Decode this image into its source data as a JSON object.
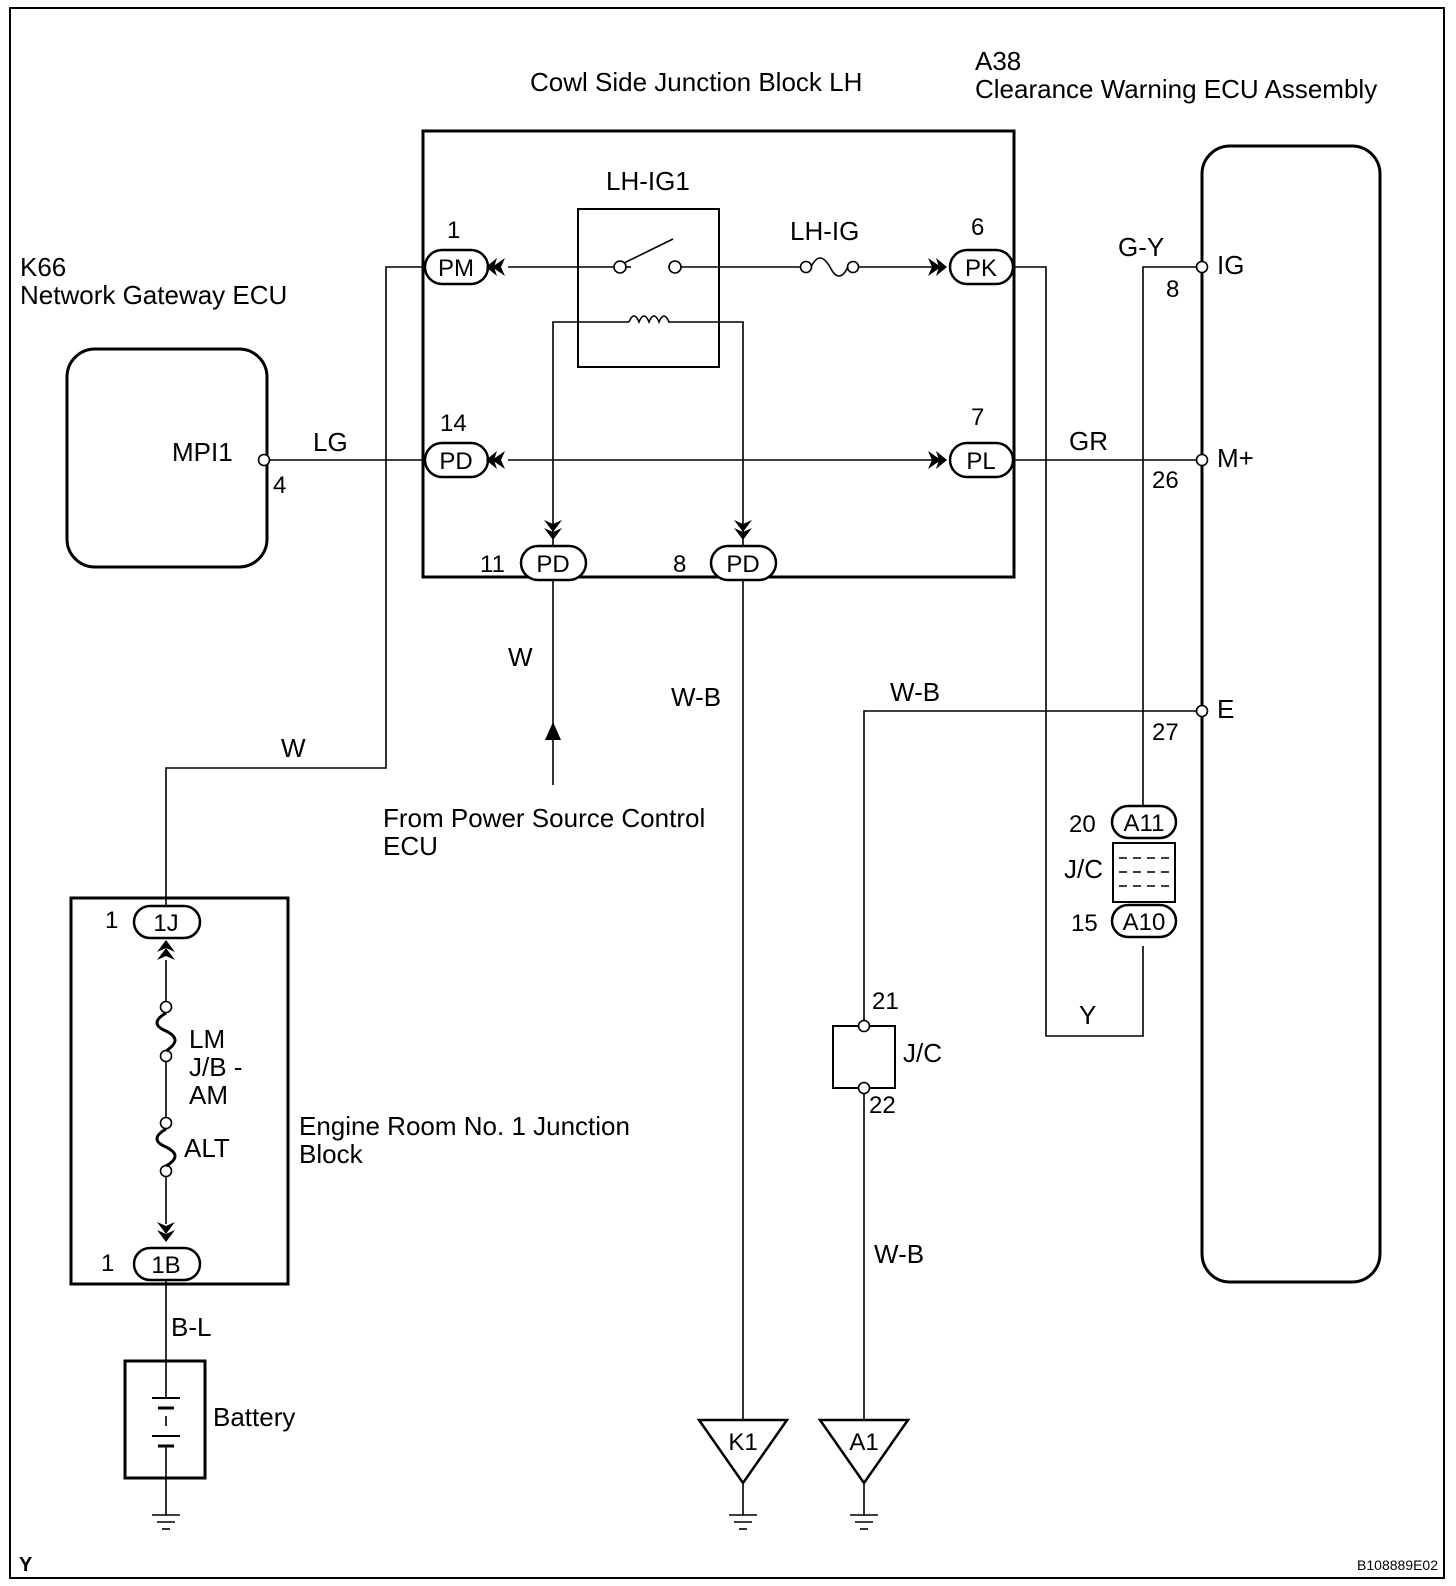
{
  "components": {
    "cowl_jb": "Cowl Side Junction Block LH",
    "a38_code": "A38",
    "a38_name": "Clearance Warning ECU Assembly",
    "k66_code": "K66",
    "k66_name": "Network Gateway ECU",
    "engine_jb_l1": "Engine Room No. 1 Junction",
    "engine_jb_l2": "Block",
    "battery": "Battery",
    "from_psc_l1": "From Power Source Control",
    "from_psc_l2": "ECU",
    "relay": "LH-IG1",
    "fuse_lhig": "LH-IG",
    "fuse_lm": "LM",
    "fuse_jbam_1": "J/B -",
    "fuse_jbam_2": "AM",
    "fuse_alt": "ALT",
    "jc_upper": "J/C",
    "jc_lower": "J/C"
  },
  "connectors": {
    "pm": "PM",
    "pk": "PK",
    "pd14": "PD",
    "pl": "PL",
    "pd11": "PD",
    "pd8": "PD",
    "j1": "1J",
    "b1": "1B",
    "a11": "A11",
    "a10": "A10"
  },
  "pins": {
    "pm": "1",
    "pk": "6",
    "pd14": "14",
    "pl": "7",
    "pd11": "11",
    "pd8": "8",
    "k66_mpi1": "4",
    "ig": "8",
    "mplus": "26",
    "e": "27",
    "j1": "1",
    "b1": "1",
    "a11": "20",
    "a10": "15",
    "jc_top": "21",
    "jc_bottom": "22"
  },
  "terminals": {
    "mpi1": "MPI1",
    "ig": "IG",
    "mplus": "M+",
    "e": "E"
  },
  "wires": {
    "lg": "LG",
    "w_gateway": "W",
    "w_psc": "W",
    "wb_k1": "W-B",
    "wb_e": "W-B",
    "wb_a1": "W-B",
    "gy": "G-Y",
    "gr": "GR",
    "y": "Y",
    "bl": "B-L"
  },
  "grounds": {
    "k1": "K1",
    "a1": "A1"
  },
  "footer": {
    "left": "Y",
    "right": "B108889E02"
  }
}
